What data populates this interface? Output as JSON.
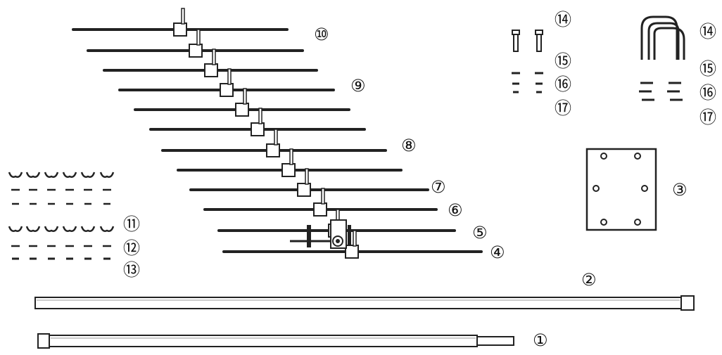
{
  "title": "",
  "colors": {
    "ink": "#1a1a1a",
    "line": "#222222",
    "fill": "#ffffff"
  },
  "labels": {
    "l1": "①",
    "l2": "②",
    "l3": "③",
    "l4": "④",
    "l5": "⑤",
    "l6": "⑥",
    "l7": "⑦",
    "l8": "⑧",
    "l9": "⑨",
    "l10": "⑩",
    "l11": "⑪",
    "l12": "⑫",
    "l13": "⑬",
    "l14a": "⑭",
    "l15a": "⑮",
    "l16a": "⑯",
    "l17a": "⑰",
    "l14b": "⑭",
    "l15b": "⑮",
    "l16b": "⑯",
    "l17b": "⑰"
  }
}
